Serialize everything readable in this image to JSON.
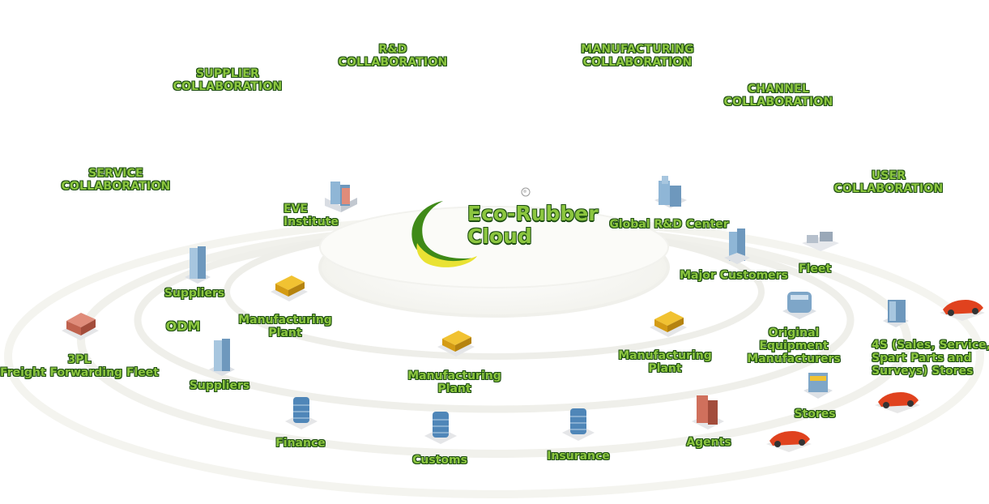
{
  "brand": {
    "line1": "Eco-Rubber",
    "line2": "Cloud"
  },
  "collaborations": {
    "supplier": "SUPPLIER\nCOLLABORATION",
    "rnd": "R&D\nCOLLABORATION",
    "manufacturing": "MANUFACTURING\nCOLLABORATION",
    "channel": "CHANNEL\nCOLLABORATION",
    "service": "SERVICE\nCOLLABORATION",
    "user": "USER\nCOLLABORATION"
  },
  "nodes": {
    "eve": "EVE\nInstitute",
    "global_rd": "Global R&D Center",
    "major_customers": "Major Customers",
    "fleet": "Fleet",
    "suppliers_top": "Suppliers",
    "odm": "ODM",
    "mfg_left": "Manufacturing\nPlant",
    "mfg_center": "Manufacturing\nPlant",
    "mfg_right": "Manufacturing\nPlant",
    "oem": "Original\nEquipment\nManufacturers",
    "stores_4s": "4S (Sales, Service,\nSpart Parts and\nSurveys) Stores",
    "threepl": "3PL\nFreight Forwarding Fleet",
    "suppliers_bottom": "Suppliers",
    "stores": "Stores",
    "finance": "Finance",
    "customs": "Customs",
    "insurance": "Insurance",
    "agents": "Agents"
  },
  "colors": {
    "label_fill": "#8cc63f",
    "label_outline": "#1f4f14",
    "accent_green": "#4e9a1e",
    "accent_yellow": "#e7e032",
    "ring": "#f0f0ea"
  }
}
